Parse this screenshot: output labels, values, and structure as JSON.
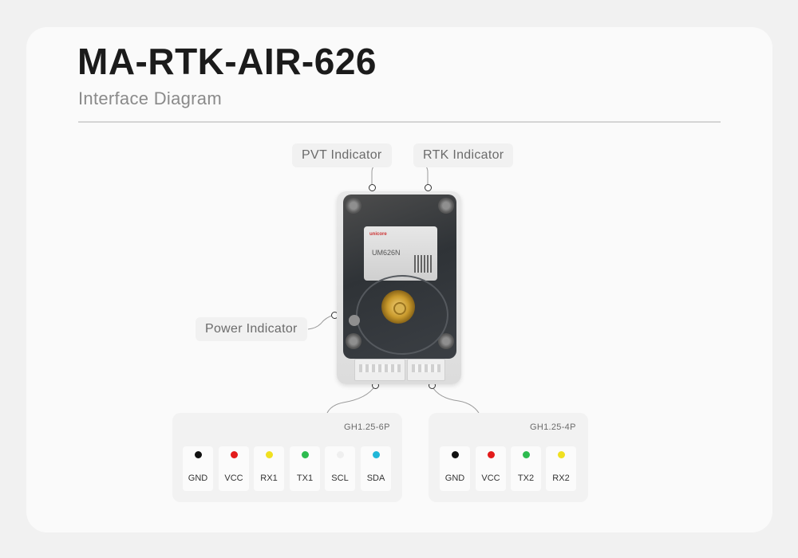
{
  "header": {
    "title": "MA-RTK-AIR-626",
    "subtitle": "Interface Diagram"
  },
  "indicators": {
    "pvt": "PVT Indicator",
    "rtk": "RTK Indicator",
    "power": "Power Indicator"
  },
  "module": {
    "brand": "unicore",
    "model": "UM626N"
  },
  "connectors": [
    {
      "label": "GH1.25-6P",
      "pins": [
        {
          "name": "GND",
          "color": "#111111"
        },
        {
          "name": "VCC",
          "color": "#e31b1b"
        },
        {
          "name": "RX1",
          "color": "#f0e020"
        },
        {
          "name": "TX1",
          "color": "#2dbb4f"
        },
        {
          "name": "SCL",
          "color": "#efefef"
        },
        {
          "name": "SDA",
          "color": "#20b7d8"
        }
      ]
    },
    {
      "label": "GH1.25-4P",
      "pins": [
        {
          "name": "GND",
          "color": "#111111"
        },
        {
          "name": "VCC",
          "color": "#e31b1b"
        },
        {
          "name": "TX2",
          "color": "#2dbb4f"
        },
        {
          "name": "RX2",
          "color": "#f0e020"
        }
      ]
    }
  ]
}
